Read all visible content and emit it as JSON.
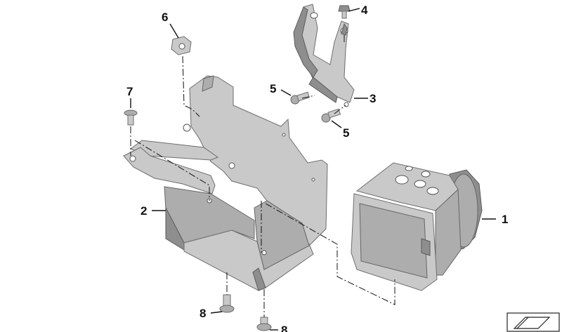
{
  "callouts": {
    "c1": "1",
    "c2": "2",
    "c3": "3",
    "c4": "4",
    "c5a": "5",
    "c5b": "5",
    "c6": "6",
    "c7": "7",
    "c8a": "8",
    "c8b": "8"
  },
  "colors": {
    "part_fill": "#c9c9c9",
    "part_shadow": "#8e8e8e",
    "line": "#111111",
    "background": "#ffffff"
  },
  "icons": {
    "corner_symbol": "bmw-sheet-symbol-icon"
  }
}
